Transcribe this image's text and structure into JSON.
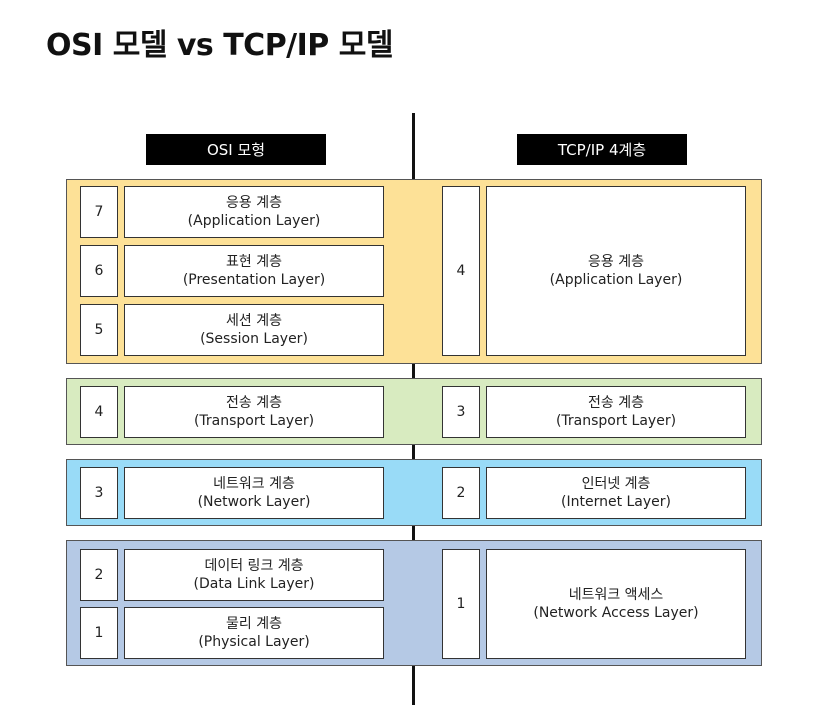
{
  "title": "OSI 모델 vs TCP/IP 모델",
  "osi": {
    "header": "OSI 모형",
    "layers": [
      {
        "num": "7",
        "name": "응용 계층",
        "eng": "(Application Layer)"
      },
      {
        "num": "6",
        "name": "표현 계층",
        "eng": "(Presentation Layer)"
      },
      {
        "num": "5",
        "name": "세션 계층",
        "eng": "(Session Layer)"
      },
      {
        "num": "4",
        "name": "전송 계층",
        "eng": "(Transport Layer)"
      },
      {
        "num": "3",
        "name": "네트워크 계층",
        "eng": "(Network Layer)"
      },
      {
        "num": "2",
        "name": "데이터 링크 계층",
        "eng": "(Data Link Layer)"
      },
      {
        "num": "1",
        "name": "물리 계층",
        "eng": "(Physical Layer)"
      }
    ]
  },
  "tcpip": {
    "header": "TCP/IP 4계층",
    "layers": [
      {
        "num": "4",
        "name": "응용 계층",
        "eng": "(Application Layer)"
      },
      {
        "num": "3",
        "name": "전송 계층",
        "eng": "(Transport Layer)"
      },
      {
        "num": "2",
        "name": "인터넷 계층",
        "eng": "(Internet Layer)"
      },
      {
        "num": "1",
        "name": "네트워크 액세스",
        "eng": "(Network Access Layer)"
      }
    ]
  },
  "colors": {
    "application_band": "#fde197",
    "transport_band": "#d8ebc0",
    "network_band": "#99dbf7",
    "link_band": "#b5c9e5"
  }
}
